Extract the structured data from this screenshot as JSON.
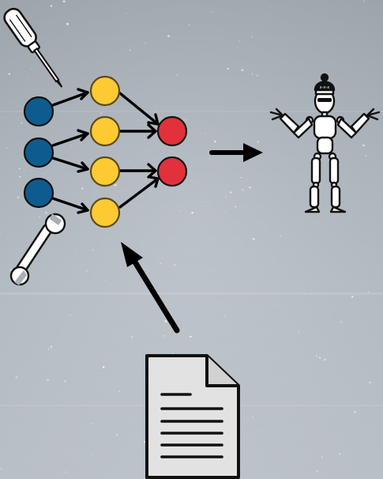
{
  "colors": {
    "background_top": "#9ca4ab",
    "background_bottom": "#b9c0c6",
    "input_node": "#0e5c8f",
    "hidden_node": "#fdca34",
    "output_node": "#e2313a",
    "arrow": "#000000",
    "document_fill": "#e2e2e2"
  },
  "icons": {
    "screwdriver": "screwdriver-icon",
    "wrench": "wrench-icon",
    "figure": "wooden-mannequin-icon",
    "document": "document-icon"
  },
  "network": {
    "input_nodes": 3,
    "hidden_nodes": 4,
    "output_nodes": 2
  }
}
